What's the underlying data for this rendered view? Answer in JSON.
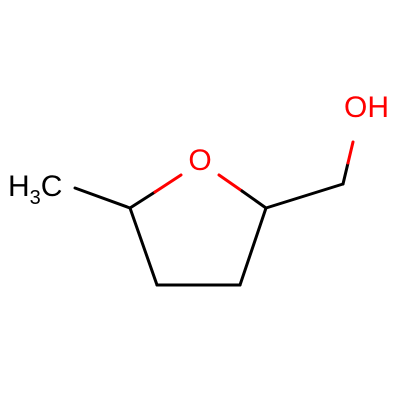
{
  "molecule": {
    "atoms": {
      "methyl": {
        "label": "H",
        "subscript": "3",
        "suffix": "C"
      },
      "ring_oxygen": {
        "label": "O"
      },
      "hydroxyl": {
        "label": "OH"
      }
    },
    "colors": {
      "carbon_bond": "#000000",
      "oxygen": "#ff0000",
      "background": "#ffffff"
    }
  }
}
